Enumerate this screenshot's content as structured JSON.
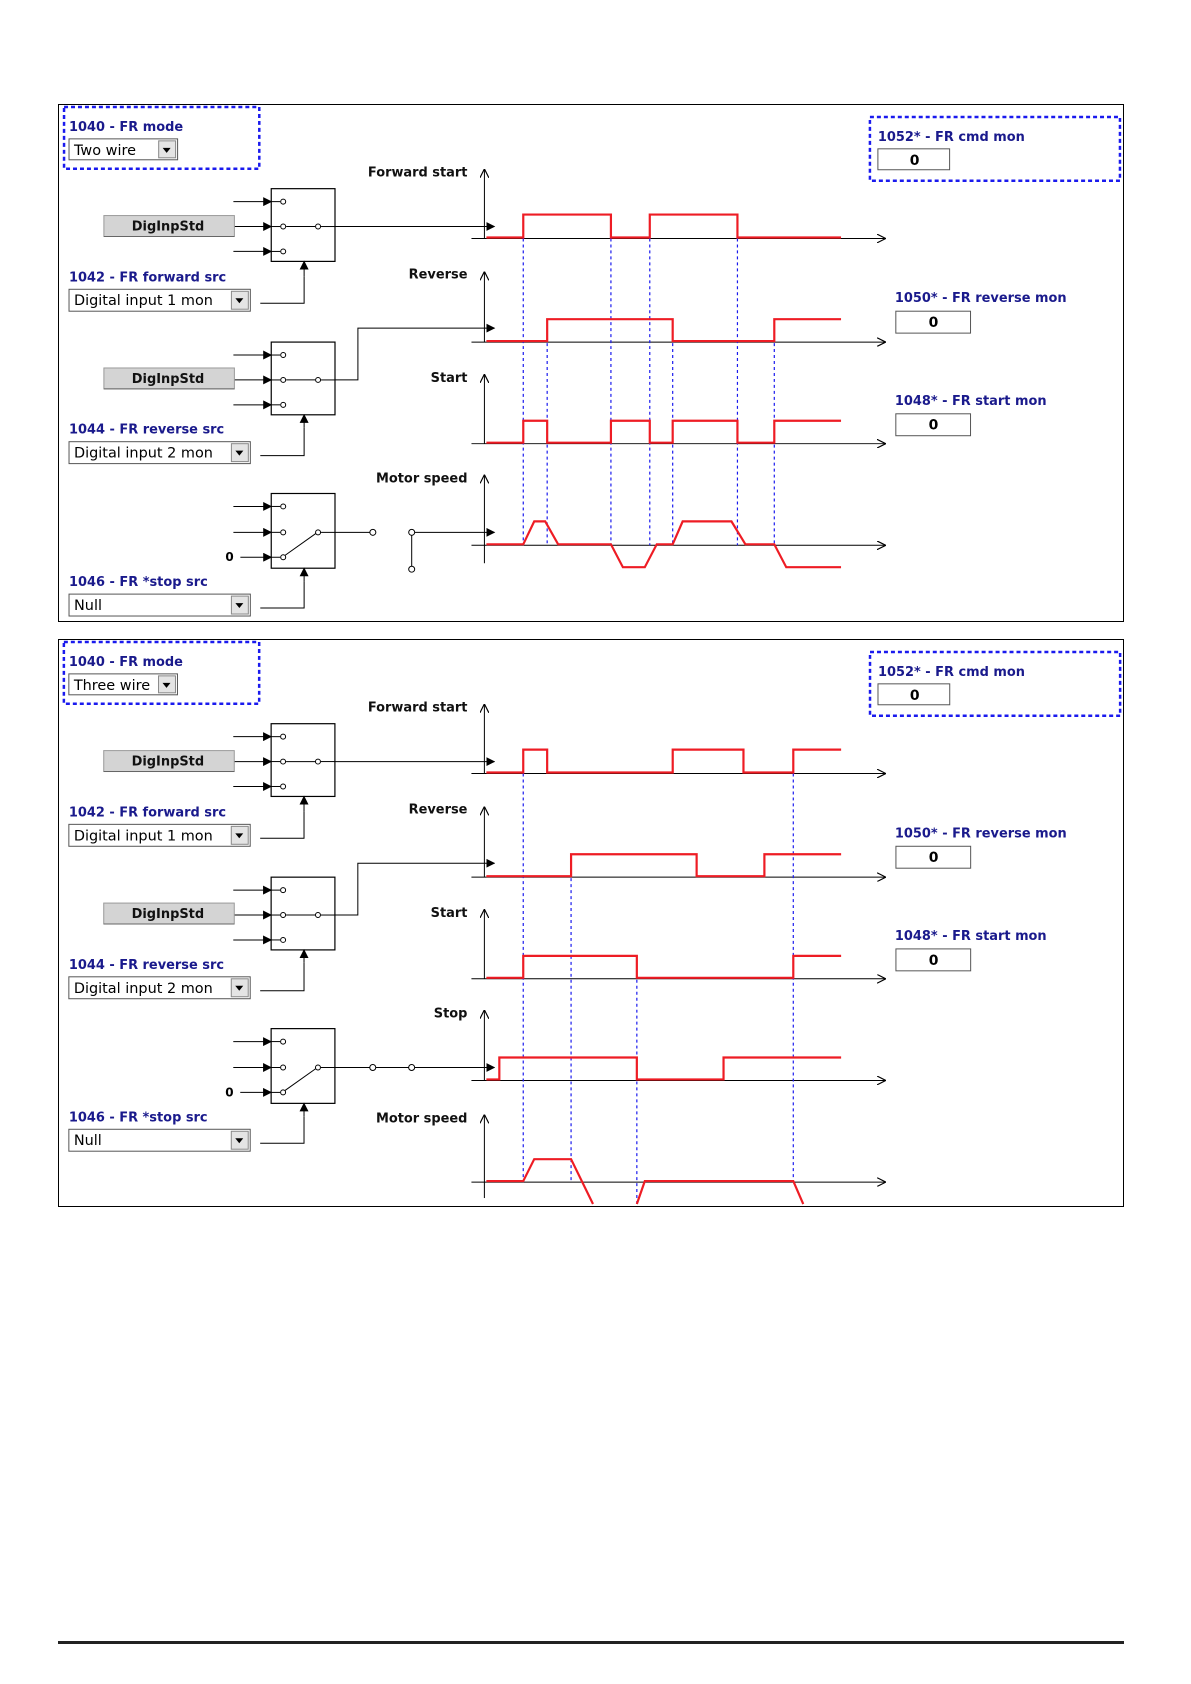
{
  "panels": [
    {
      "mode": {
        "label": "1040 - FR mode",
        "value": "Two wire"
      },
      "cmd_mon": {
        "label": "1052* - FR cmd mon",
        "value": "0"
      },
      "forward_src": {
        "label": "1042 - FR forward src",
        "value": "Digital input 1 mon",
        "button": "DigInpStd"
      },
      "reverse_src": {
        "label": "1044 - FR reverse src",
        "value": "Digital input 2 mon",
        "button": "DigInpStd"
      },
      "stop_src": {
        "label": "1046 - FR *stop src",
        "value": "Null",
        "const": "0"
      },
      "reverse_mon": {
        "label": "1050* - FR reverse mon",
        "value": "0"
      },
      "start_mon": {
        "label": "1048* - FR start mon",
        "value": "0"
      },
      "traces": [
        "Forward start",
        "Reverse",
        "Start",
        "Motor speed"
      ]
    },
    {
      "mode": {
        "label": "1040 - FR mode",
        "value": "Three wire"
      },
      "cmd_mon": {
        "label": "1052* - FR cmd mon",
        "value": "0"
      },
      "forward_src": {
        "label": "1042 - FR forward src",
        "value": "Digital input 1 mon",
        "button": "DigInpStd"
      },
      "reverse_src": {
        "label": "1044 - FR reverse src",
        "value": "Digital input 2 mon",
        "button": "DigInpStd"
      },
      "stop_src": {
        "label": "1046 - FR *stop src",
        "value": "Null",
        "const": "0"
      },
      "reverse_mon": {
        "label": "1050* - FR reverse mon",
        "value": "0"
      },
      "start_mon": {
        "label": "1048* - FR start mon",
        "value": "0"
      },
      "traces": [
        "Forward start",
        "Reverse",
        "Start",
        "Stop",
        "Motor speed"
      ]
    }
  ],
  "colors": {
    "signal": "#ee1c24",
    "marker": "#1a1aee",
    "param_label": "#1a1a8c",
    "dashed_box": "#1a1aee"
  }
}
